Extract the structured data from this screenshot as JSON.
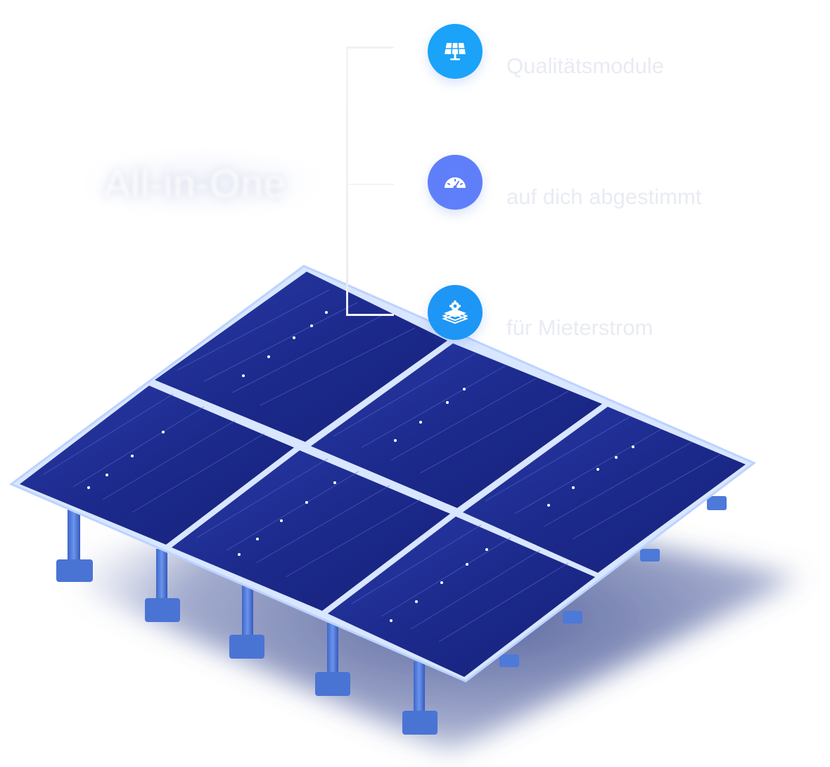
{
  "headline": {
    "text": "All-in-One"
  },
  "features": [
    {
      "label": "Qualitätsmodule",
      "icon": "solar-panel-icon",
      "color": "#1aa3f8"
    },
    {
      "label": "auf dich abgestimmt",
      "icon": "speedometer-icon",
      "color": "#5f7ffa"
    },
    {
      "label": "für Mieterstrom",
      "icon": "layers-gear-icon",
      "color": "#1e96f5"
    }
  ],
  "illustration": {
    "name": "solar-panel-array",
    "panel_color": "#1f2a86",
    "frame_color": "#cfe0ff",
    "mount_color": "#4d79d8"
  }
}
